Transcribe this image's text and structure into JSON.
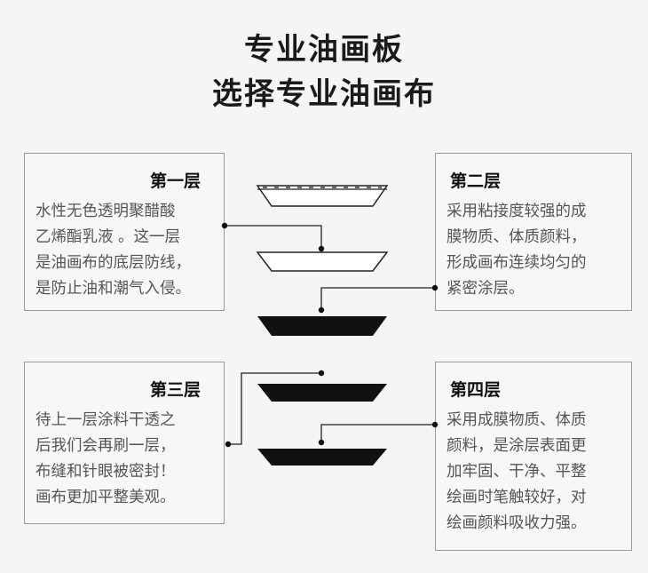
{
  "header": {
    "line1": "专业油画板",
    "line2": "选择专业油画布"
  },
  "layers": [
    {
      "title": "第一层",
      "text": "水性无色透明聚醋酸\n乙烯酯乳液 。这一层\n是油画布的底层防线，\n是防止油和潮气入侵。"
    },
    {
      "title": "第二层",
      "text": "采用粘接度较强的成\n膜物质、体质颜料，\n形成画布连续均匀的\n紧密涂层。"
    },
    {
      "title": "第三层",
      "text": "待上一层涂料干透之\n后我们会再刷一层，\n布缝和针眼被密封！\n画布更加平整美观。"
    },
    {
      "title": "第四层",
      "text": "采用成膜物质、体质\n颜料，是涂层表面更\n加牢固、干净、平整\n绘画时笔触较好，对\n绘画颜料吸收力强。"
    }
  ],
  "colors": {
    "background": "#f5f5f5",
    "border": "#9a9a9a",
    "dark_tray": "#111111",
    "text_muted": "#555555"
  }
}
